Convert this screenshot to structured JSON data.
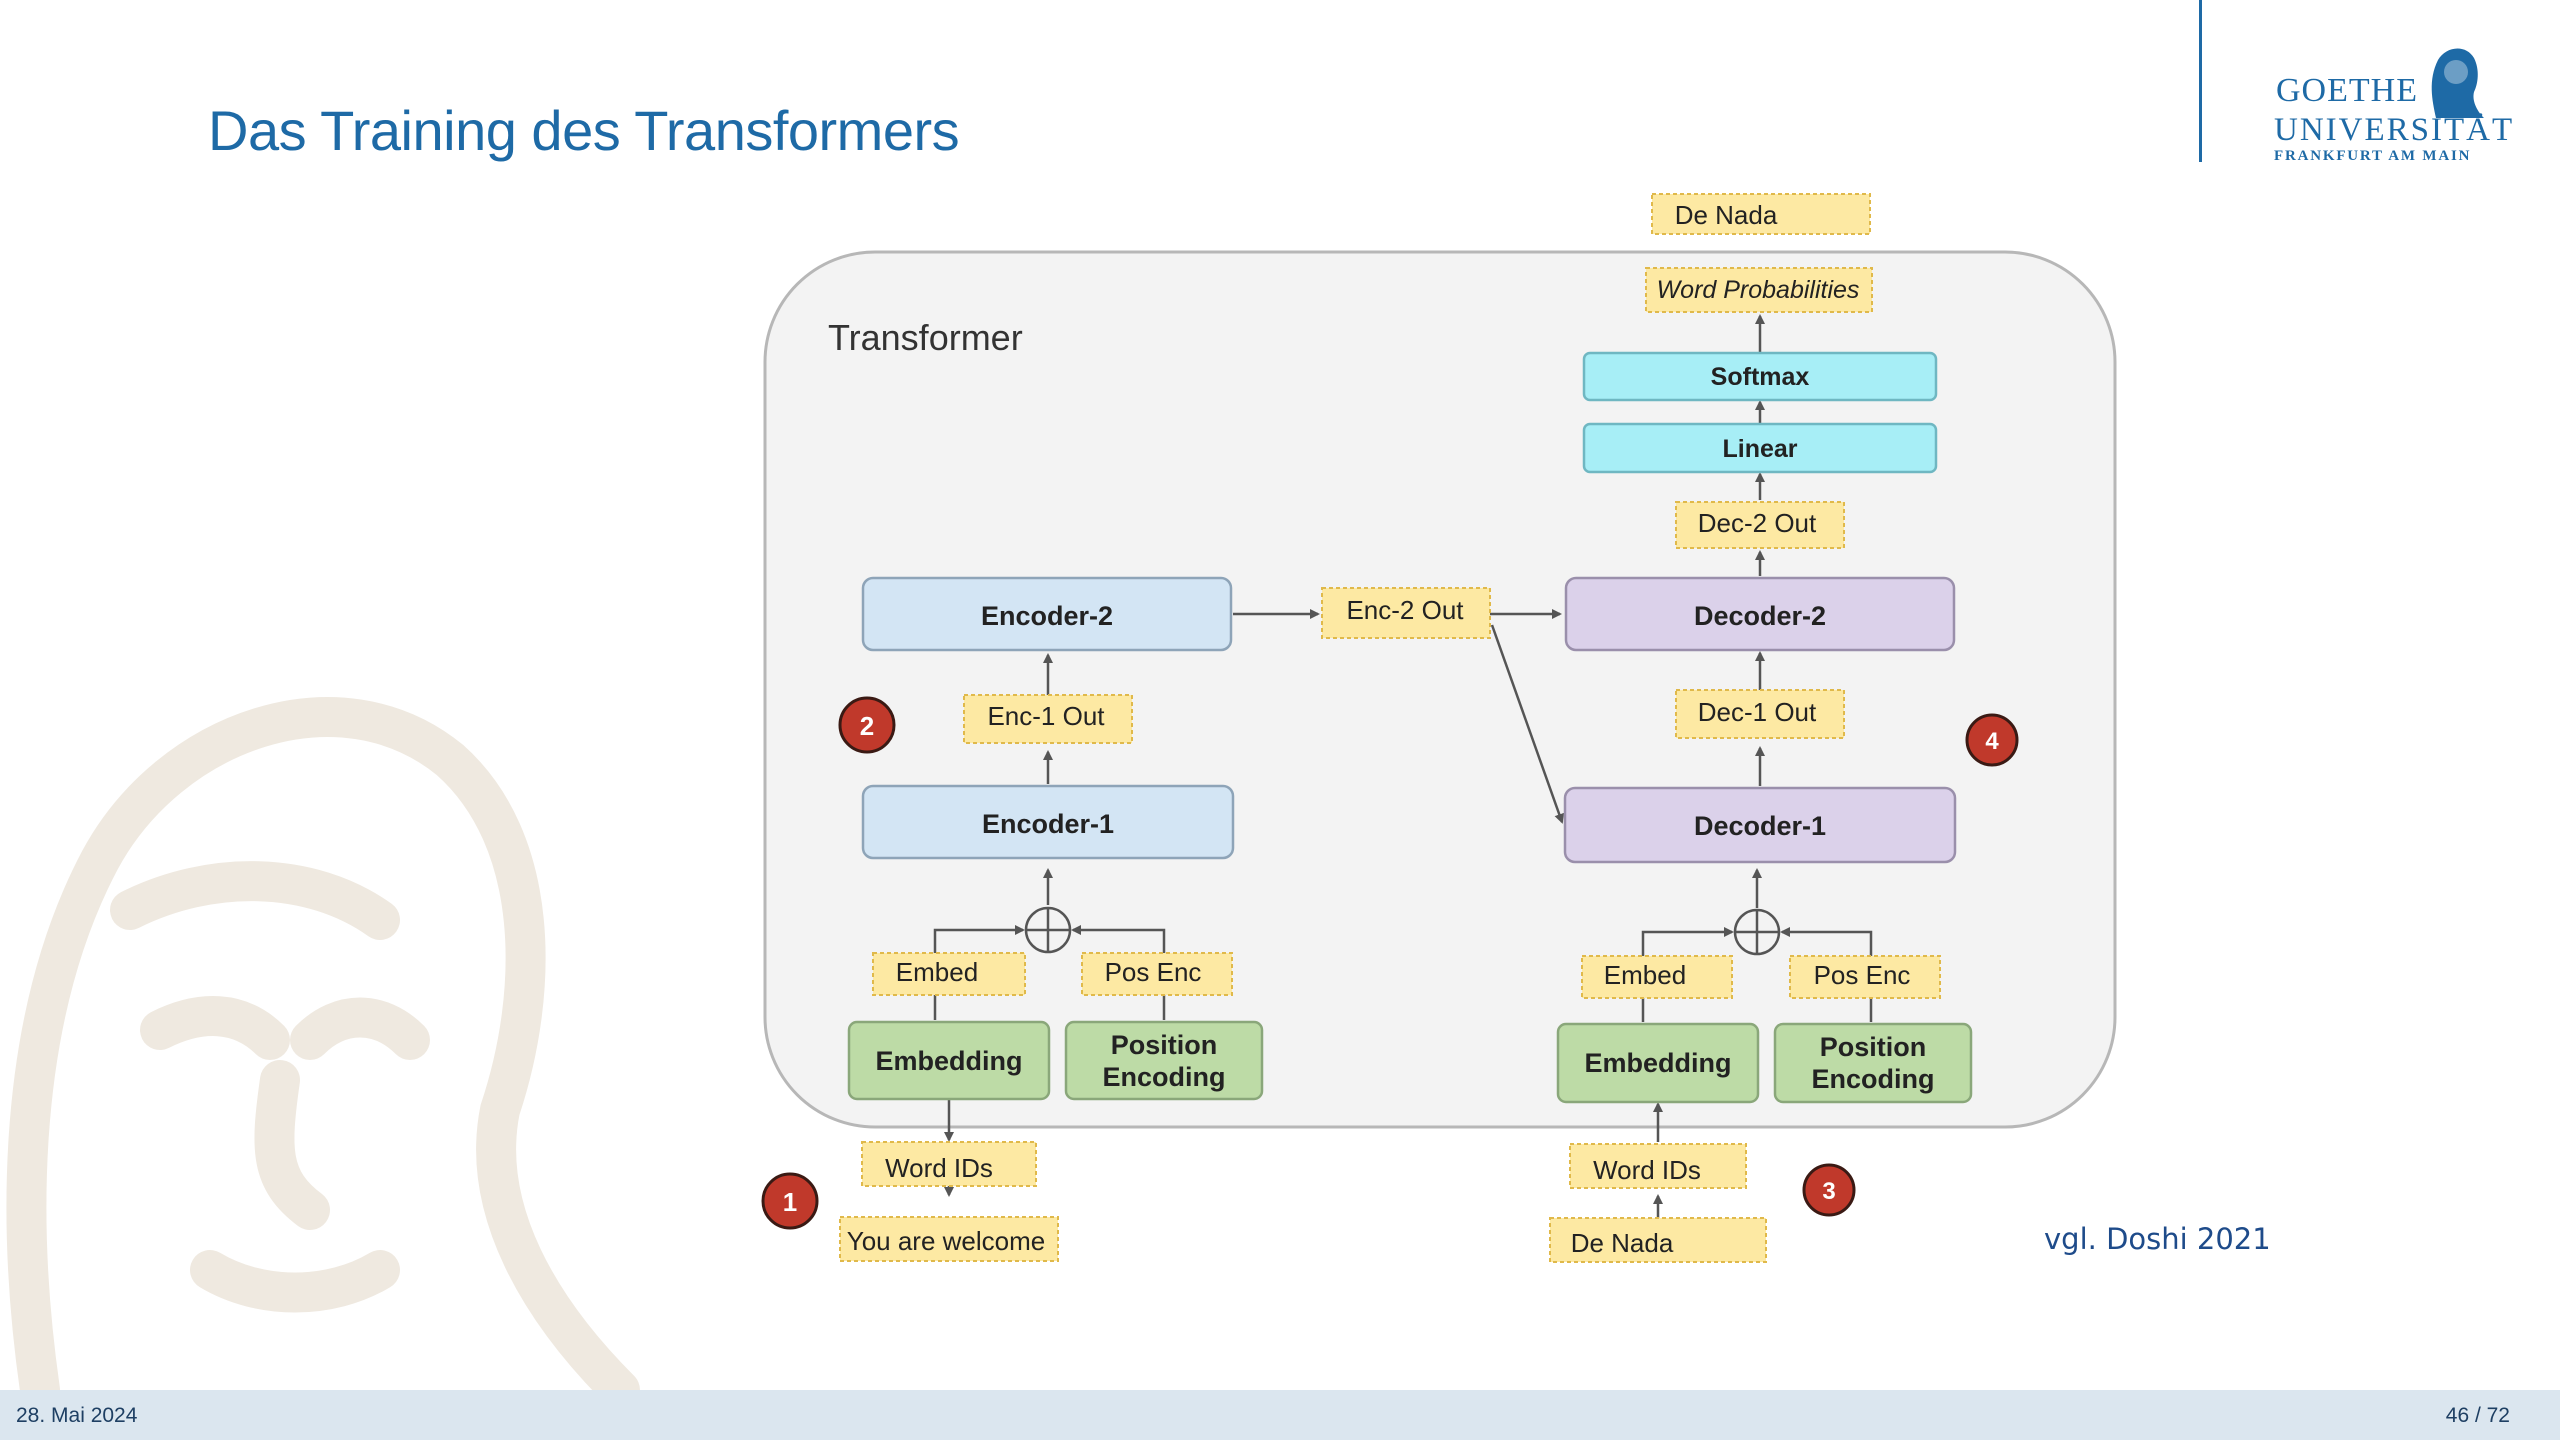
{
  "slide": {
    "title": "Das Training des Transformers",
    "citation": "vgl. Doshi 2021",
    "footer_date": "28. Mai 2024",
    "page_number": "46 / 72"
  },
  "logo": {
    "line1": "GOETHE",
    "line2": "UNIVERSITÄT",
    "line3": "FRANKFURT AM MAIN"
  },
  "diagram": {
    "frame_label": "Transformer",
    "encoder": {
      "input_text": "You are welcome",
      "word_ids": "Word IDs",
      "embedding": "Embedding",
      "position_encoding": [
        "Position",
        "Encoding"
      ],
      "embed_label": "Embed",
      "pos_enc_label": "Pos Enc",
      "encoder1": "Encoder-1",
      "enc1_out": "Enc-1 Out",
      "encoder2": "Encoder-2",
      "enc2_out": "Enc-2 Out"
    },
    "decoder": {
      "input_text": "De Nada",
      "word_ids": "Word IDs",
      "embedding": "Embedding",
      "position_encoding": [
        "Position",
        "Encoding"
      ],
      "embed_label": "Embed",
      "pos_enc_label": "Pos Enc",
      "decoder1": "Decoder-1",
      "dec1_out": "Dec-1 Out",
      "decoder2": "Decoder-2",
      "dec2_out": "Dec-2 Out",
      "linear": "Linear",
      "softmax": "Softmax",
      "word_probabilities": "Word Probabilities",
      "output_text": "De Nada"
    },
    "step_markers": [
      "1",
      "2",
      "3",
      "4"
    ]
  },
  "colors": {
    "title_blue": "#1e6aa6",
    "encoder_fill": "#d3e5f4",
    "decoder_fill": "#dbd1ea",
    "embedding_fill": "#bddba6",
    "softmax_fill": "#a7eef6",
    "note_fill": "#fde9a3",
    "marker_fill": "#c0392b"
  }
}
